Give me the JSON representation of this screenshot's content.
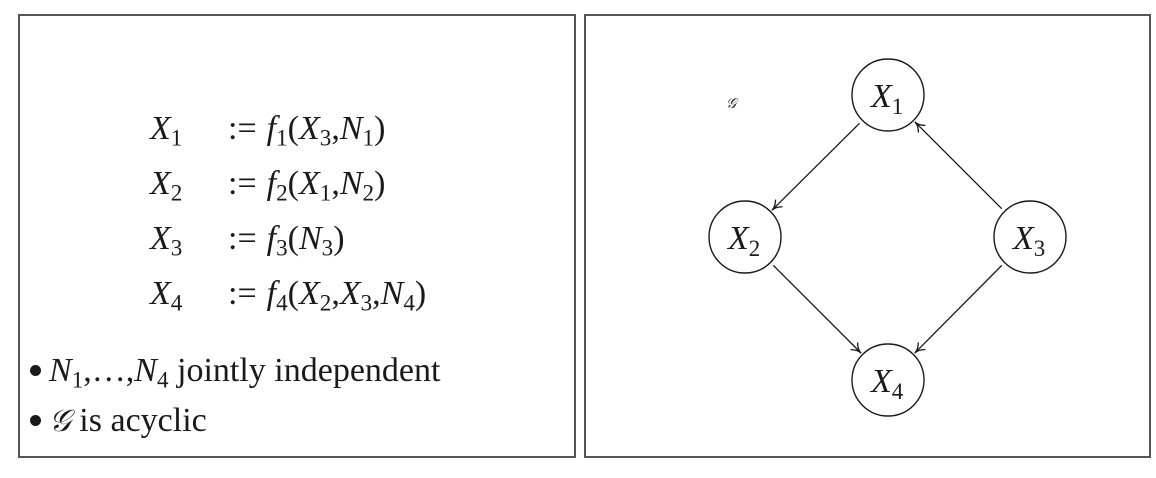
{
  "left_panel": {
    "equations": [
      {
        "lhs_var": "X",
        "lhs_sub": "1",
        "op": ":=",
        "func": "f",
        "func_sub": "1",
        "args": [
          {
            "var": "X",
            "sub": "3"
          },
          {
            "var": "N",
            "sub": "1"
          }
        ]
      },
      {
        "lhs_var": "X",
        "lhs_sub": "2",
        "op": ":=",
        "func": "f",
        "func_sub": "2",
        "args": [
          {
            "var": "X",
            "sub": "1"
          },
          {
            "var": "N",
            "sub": "2"
          }
        ]
      },
      {
        "lhs_var": "X",
        "lhs_sub": "3",
        "op": ":=",
        "func": "f",
        "func_sub": "3",
        "args": [
          {
            "var": "N",
            "sub": "3"
          }
        ]
      },
      {
        "lhs_var": "X",
        "lhs_sub": "4",
        "op": ":=",
        "func": "f",
        "func_sub": "4",
        "args": [
          {
            "var": "X",
            "sub": "2"
          },
          {
            "var": "X",
            "sub": "3"
          },
          {
            "var": "N",
            "sub": "4"
          }
        ]
      }
    ],
    "bullets": {
      "b1": {
        "var": "N",
        "first_sub": "1",
        "ellipsis": ",…,",
        "last_sub": "4",
        "text": " jointly independent"
      },
      "b2": {
        "symbol": "𝒢",
        "text": " is acyclic"
      }
    }
  },
  "right_panel": {
    "graph_label": "𝒢",
    "nodes": [
      {
        "id": "X1",
        "var": "X",
        "sub": "1"
      },
      {
        "id": "X2",
        "var": "X",
        "sub": "2"
      },
      {
        "id": "X3",
        "var": "X",
        "sub": "3"
      },
      {
        "id": "X4",
        "var": "X",
        "sub": "4"
      }
    ],
    "edges": [
      {
        "from": "X1",
        "to": "X2"
      },
      {
        "from": "X3",
        "to": "X1"
      },
      {
        "from": "X2",
        "to": "X4"
      },
      {
        "from": "X3",
        "to": "X4"
      }
    ]
  }
}
